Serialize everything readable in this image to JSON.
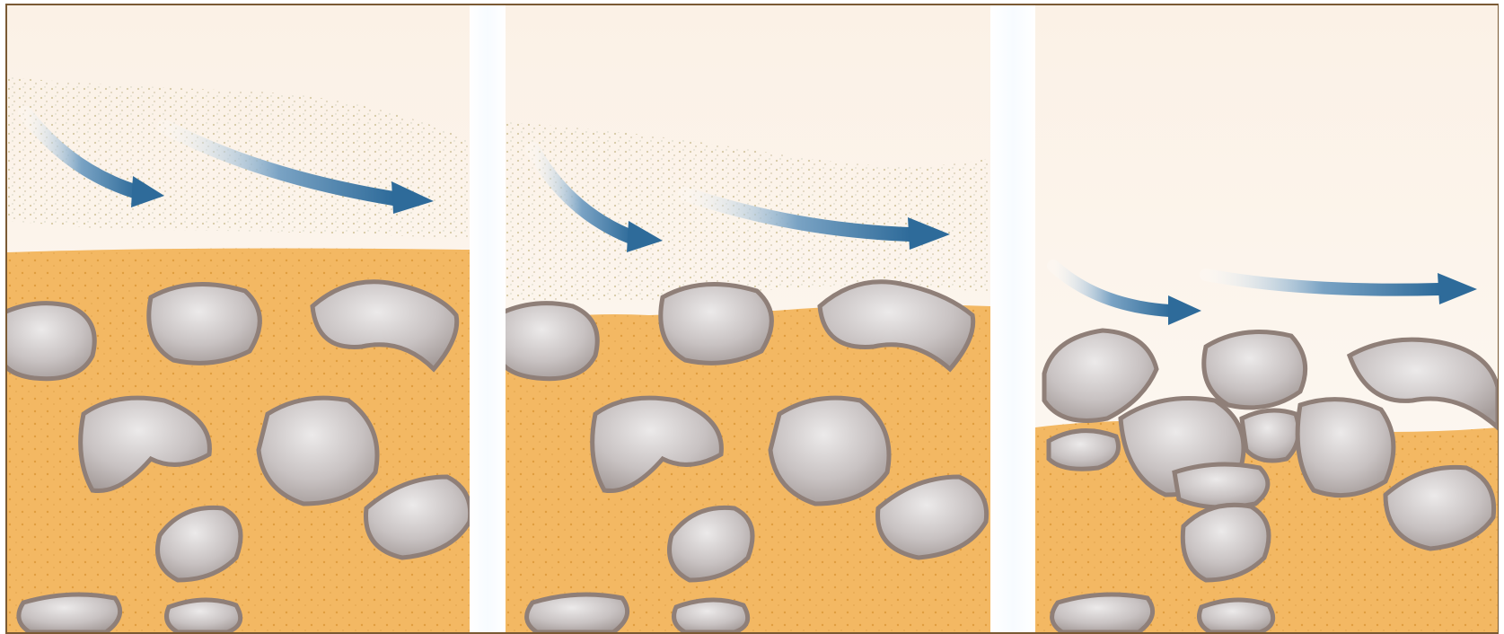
{
  "figure": {
    "panels": [
      {
        "id": "panel-1",
        "stage": 1
      },
      {
        "id": "panel-2",
        "stage": 2
      },
      {
        "id": "panel-3",
        "stage": 3
      }
    ],
    "icons": [
      "wind-arrow-icon"
    ],
    "colors": {
      "frame": "#7a5a34",
      "sky": "#fbf1e6",
      "soil": "#f3b863",
      "soil_dark": "#d89a4c",
      "pebble": "#bdb6b6",
      "pebble_edge": "#8f7f78",
      "arrow": "#2e6b9a",
      "dust": "#c9c2a0"
    }
  }
}
